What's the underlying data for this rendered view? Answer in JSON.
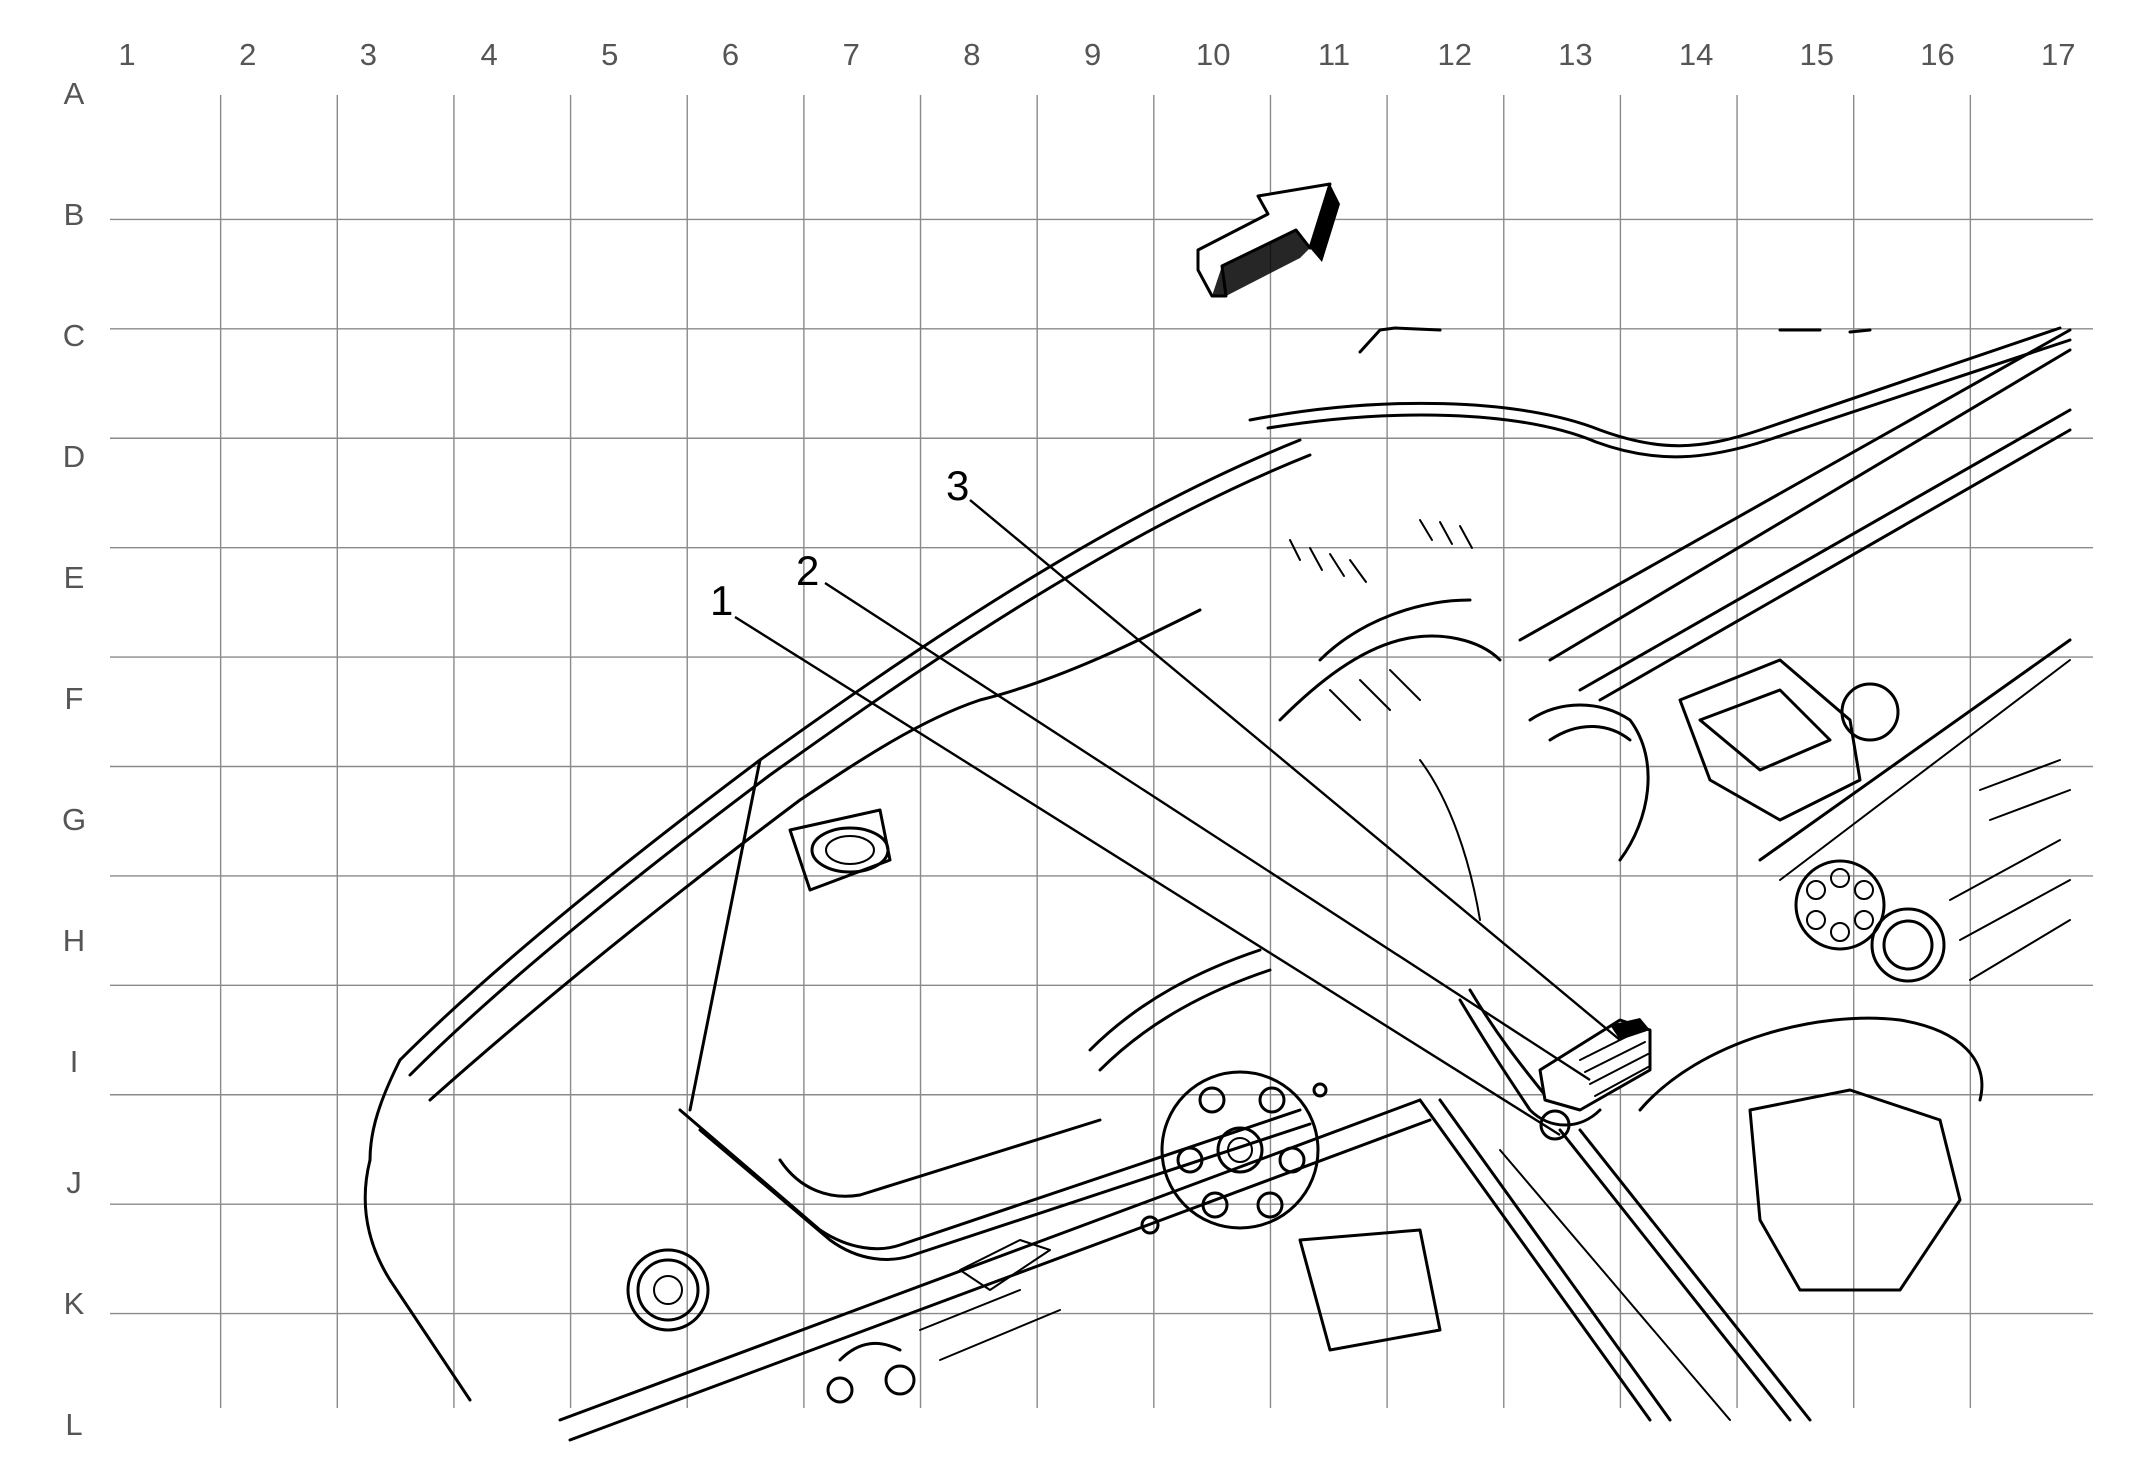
{
  "grid": {
    "columns": [
      "1",
      "2",
      "3",
      "4",
      "5",
      "6",
      "7",
      "8",
      "9",
      "10",
      "11",
      "12",
      "13",
      "14",
      "15",
      "16",
      "17"
    ],
    "rows": [
      "A",
      "B",
      "C",
      "D",
      "E",
      "F",
      "G",
      "H",
      "I",
      "J",
      "K",
      "L"
    ]
  },
  "callouts": [
    {
      "label": "1"
    },
    {
      "label": "2"
    },
    {
      "label": "3"
    }
  ],
  "icons": {
    "direction_arrow": "forward-arrow-icon"
  }
}
